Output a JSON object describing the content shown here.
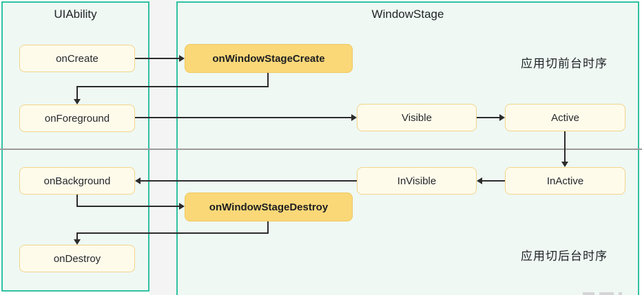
{
  "diagram": {
    "panels": {
      "uiability": {
        "title": "UIAbility"
      },
      "windowstage": {
        "title": "WindowStage"
      }
    },
    "nodes": {
      "on_create": "onCreate",
      "on_foreground": "onForeground",
      "on_background": "onBackground",
      "on_destroy": "onDestroy",
      "on_window_stage_create": "onWindowStageCreate",
      "on_window_stage_destroy": "onWindowStageDestroy",
      "visible": "Visible",
      "active": "Active",
      "invisible": "InVisible",
      "inactive": "InActive"
    },
    "annotations": {
      "foreground_sequence": "应用切前台时序",
      "background_sequence": "应用切后台时序"
    },
    "flows": [
      "onCreate -> onWindowStageCreate",
      "onWindowStageCreate -> onForeground",
      "onForeground -> Visible",
      "Visible -> Active",
      "Active -> InActive",
      "InActive -> InVisible",
      "InVisible -> onBackground",
      "onBackground -> onWindowStageDestroy",
      "onWindowStageDestroy -> onDestroy"
    ],
    "colors": {
      "panel_border": "#2fc1a2",
      "panel_fill": "#eff8f3",
      "node_fill": "#fefbeb",
      "node_border": "#f2d48a",
      "highlight_fill": "#fad878",
      "highlight_border": "#f0c75e",
      "arrow": "#2b2b2b",
      "divider": "#9a9a9a"
    }
  }
}
